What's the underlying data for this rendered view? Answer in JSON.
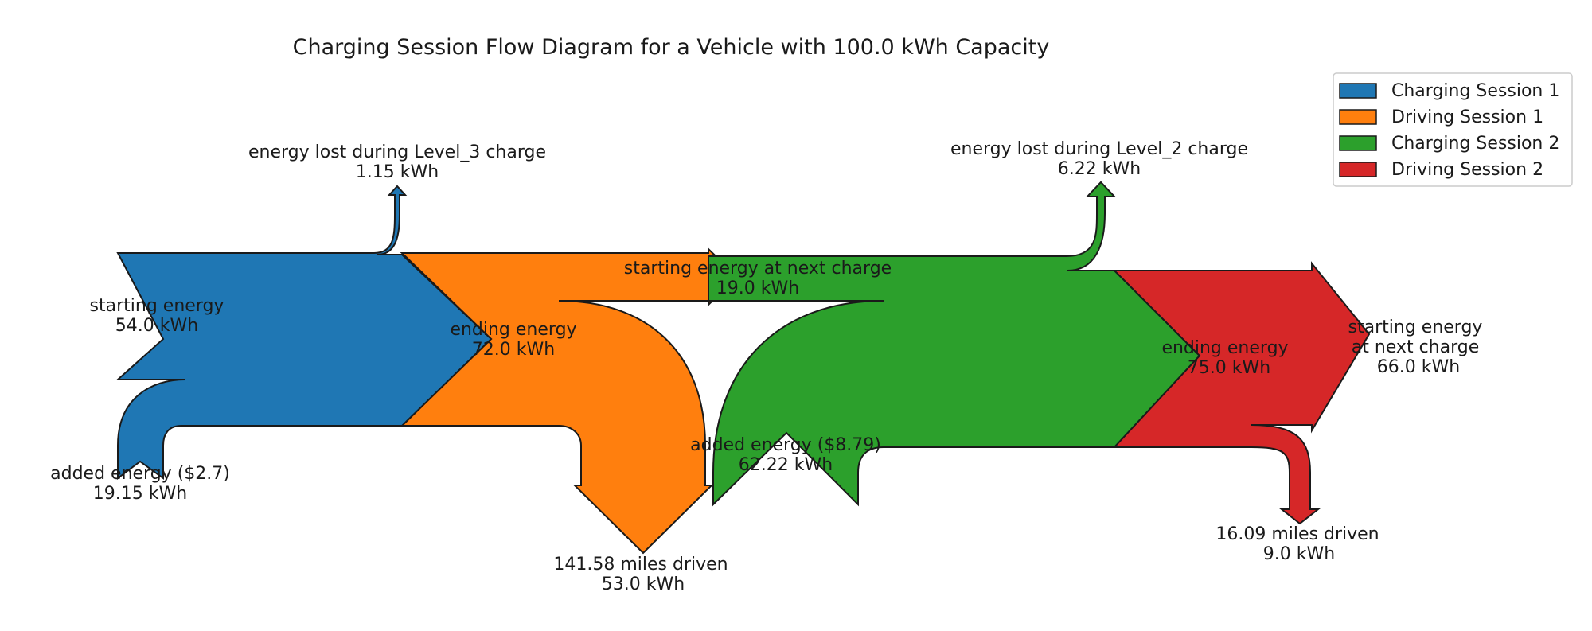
{
  "title": "Charging Session Flow Diagram for a Vehicle with 100.0 kWh Capacity",
  "colors": {
    "charging_1": "#1f77b4",
    "driving_1": "#ff7f0e",
    "charging_2": "#2ca02c",
    "driving_2": "#d62728",
    "outline": "#1a1a1a"
  },
  "legend": [
    {
      "label": "Charging Session 1",
      "color": "#1f77b4"
    },
    {
      "label": "Driving Session 1",
      "color": "#ff7f0e"
    },
    {
      "label": "Charging Session 2",
      "color": "#2ca02c"
    },
    {
      "label": "Driving Session 2",
      "color": "#d62728"
    }
  ],
  "labels": {
    "starting_energy": {
      "name": "starting energy",
      "value": "54.0 kWh"
    },
    "added_energy_1": {
      "name": "added energy ($2.7)",
      "value": "19.15 kWh"
    },
    "lost_l3": {
      "name": "energy lost during Level_3 charge",
      "value": "1.15 kWh"
    },
    "ending_energy_1": {
      "name": "ending energy",
      "value": "72.0 kWh"
    },
    "start_next_1": {
      "name": "starting energy at next charge",
      "value": "19.0 kWh"
    },
    "miles_1": {
      "name": "141.58 miles driven",
      "value": "53.0 kWh"
    },
    "added_energy_2": {
      "name": "added energy ($8.79)",
      "value": "62.22 kWh"
    },
    "lost_l2": {
      "name": "energy lost during Level_2 charge",
      "value": "6.22 kWh"
    },
    "ending_energy_2": {
      "name": "ending energy",
      "value": "75.0 kWh"
    },
    "start_next_2a": {
      "name": "starting energy",
      "value": "at next charge"
    },
    "start_next_2b": {
      "value": "66.0 kWh"
    },
    "miles_2": {
      "name": "16.09 miles driven",
      "value": "9.0 kWh"
    }
  }
}
